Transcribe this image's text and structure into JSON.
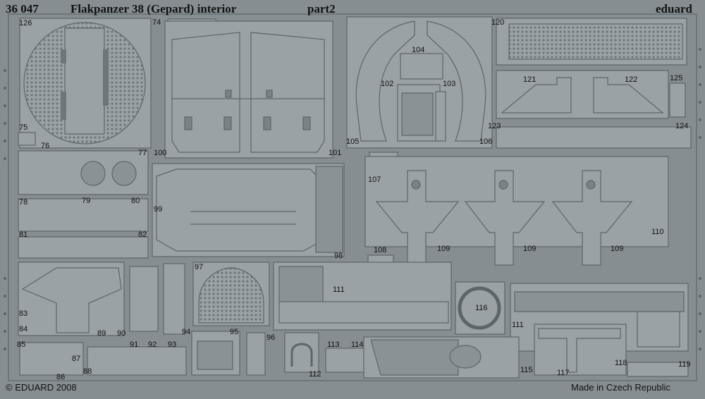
{
  "header": {
    "catalog_number": "36 047",
    "title": "Flakpanzer 38 (Gepard) interior",
    "part": "part2",
    "brand": "eduard"
  },
  "footer": {
    "copyright": "© EDUARD 2008",
    "origin": "Made in Czech Republic"
  },
  "part_numbers": [
    "74",
    "75",
    "76",
    "77",
    "78",
    "79",
    "80",
    "81",
    "82",
    "83",
    "84",
    "85",
    "86",
    "87",
    "88",
    "89",
    "90",
    "91",
    "92",
    "93",
    "94",
    "95",
    "96",
    "97",
    "98",
    "99",
    "100",
    "101",
    "102",
    "103",
    "104",
    "105",
    "106",
    "107",
    "108",
    "109",
    "110",
    "111",
    "112",
    "113",
    "114",
    "115",
    "116",
    "117",
    "118",
    "119",
    "120",
    "121",
    "122",
    "123",
    "124",
    "125",
    "126"
  ],
  "colors": {
    "background": "#868e92",
    "part": "#9aa2a6",
    "part_dark": "#7a8286",
    "outline": "#5d6569",
    "text": "#111111"
  }
}
